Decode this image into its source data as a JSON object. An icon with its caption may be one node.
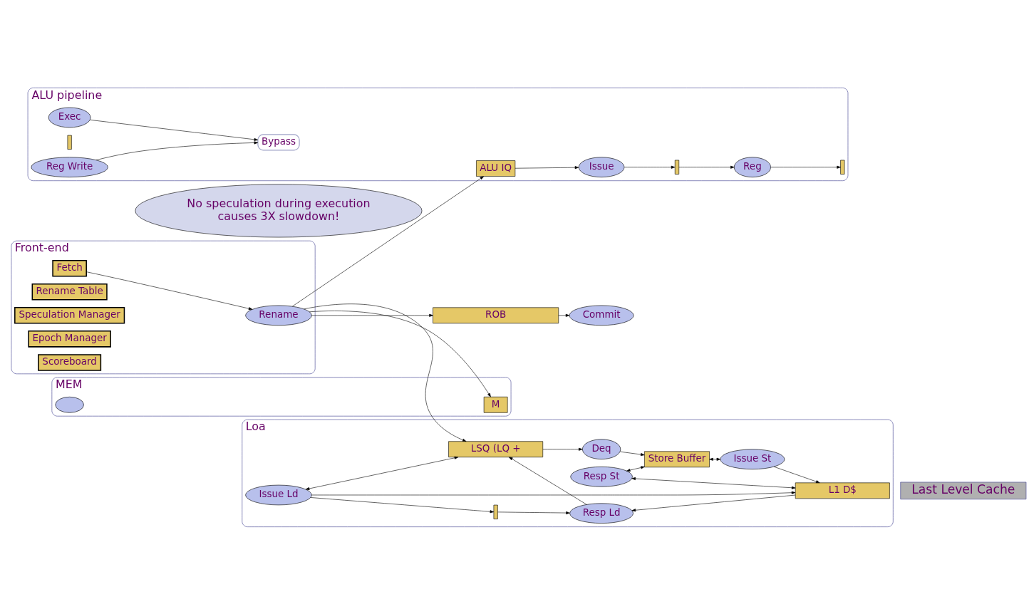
{
  "diagram": {
    "nodes": [
      {
        "text": [
          "Front-end"
        ]
      },
      {
        "text": [
          "Fetch"
        ],
        "in": 0
      },
      {
        "text": [
          "Rename"
        ],
        "in": 0
      },
      {
        "text": [
          "Rename Table"
        ],
        "in": 0
      },
      {
        "text": [
          "Speculation Manager"
        ],
        "in": 0
      },
      {
        "text": [
          "Epoch Manager"
        ],
        "in": 0
      },
      {
        "text": [
          "Scoreboard"
        ],
        "in": 0
      },
      {
        "text": [
          "ROB"
        ]
      },
      {
        "text": [
          "Commit"
        ]
      },
      {
        "text": [
          "ALU pipeline"
        ]
      },
      {
        "text": [
          "ALU IQ"
        ],
        "in": 9
      },
      {
        "text": [
          "Issue"
        ],
        "in": 9
      },
      {
        "text": [],
        "shape": "bar",
        "in": 9
      },
      {
        "text": [
          "Reg"
        ],
        "in": 9
      },
      {
        "text": [],
        "shape": "bar",
        "in": 9
      },
      {
        "text": [
          "Exec"
        ],
        "in": 9
      },
      {
        "text": [],
        "shape": "bar",
        "in": 9
      },
      {
        "text": [
          "Reg Write"
        ],
        "in": 9
      },
      {
        "text": [
          "Bypass"
        ],
        "in": 9
      },
      {
        "text": [
          "MEM"
        ]
      },
      {
        "text": [
          "M"
        ],
        "in": 19
      },
      {
        "text": [],
        "shape": "cloud",
        "in": 19
      },
      {
        "text": [
          "Loa"
        ]
      },
      {
        "text": [
          "LSQ (LQ +"
        ],
        "in": 22
      },
      {
        "text": [
          "Deq"
        ],
        "in": 22
      },
      {
        "text": [
          "Resp Ld"
        ],
        "in": 22
      },
      {
        "text": [],
        "shape": "bar",
        "in": 22
      },
      {
        "text": [
          "Issue Ld"
        ],
        "in": 22
      },
      {
        "text": [
          "Resp St"
        ],
        "in": 22
      },
      {
        "text": [
          "Store Buffer"
        ],
        "in": 22
      },
      {
        "text": [
          "Issue St"
        ],
        "in": 22
      },
      {
        "text": [
          "L1 D$"
        ],
        "in": 22
      },
      {
        "text": [
          "Last Level Cache"
        ]
      },
      {
        "text": [
          "No speculation during execution causes 3X slowdown!"
        ]
      }
    ],
    "edges": [
      {
        "from": 1,
        "to": 2,
        "arrow": "to"
      },
      {
        "from": 2,
        "to": 7,
        "arrow": "to"
      },
      {
        "from": 2,
        "to": 10,
        "arrow": "to"
      },
      {
        "from": 2,
        "to": 20,
        "arrow": "to"
      },
      {
        "from": 2,
        "to": 23,
        "arrow": "to"
      },
      {
        "from": 7,
        "to": 8,
        "arrow": "to"
      },
      {
        "from": 10,
        "to": 11,
        "arrow": "to"
      },
      {
        "from": 11,
        "to": 12,
        "arrow": "to"
      },
      {
        "from": 12,
        "to": 13,
        "arrow": "to"
      },
      {
        "from": 13,
        "to": 14,
        "arrow": "to"
      },
      {
        "from": 15,
        "to": 18,
        "arrow": "to"
      },
      {
        "from": 17,
        "to": 18,
        "arrow": "to"
      },
      {
        "from": 23,
        "to": 24,
        "arrow": "to"
      },
      {
        "from": 24,
        "to": 29,
        "arrow": "to"
      },
      {
        "from": 25,
        "to": 23,
        "arrow": "to"
      },
      {
        "from": 27,
        "to": 23,
        "arrow": "both"
      },
      {
        "from": 27,
        "to": 26,
        "arrow": "to"
      },
      {
        "from": 26,
        "to": 25,
        "arrow": "to"
      },
      {
        "from": 28,
        "to": 29,
        "arrow": "both"
      },
      {
        "from": 29,
        "to": 30,
        "arrow": "both"
      },
      {
        "from": 31,
        "to": 25,
        "arrow": "to"
      },
      {
        "from": 27,
        "to": 31,
        "arrow": "to"
      },
      {
        "from": 28,
        "to": 31,
        "arrow": "both"
      },
      {
        "from": 30,
        "to": 31,
        "arrow": "to"
      }
    ]
  }
}
